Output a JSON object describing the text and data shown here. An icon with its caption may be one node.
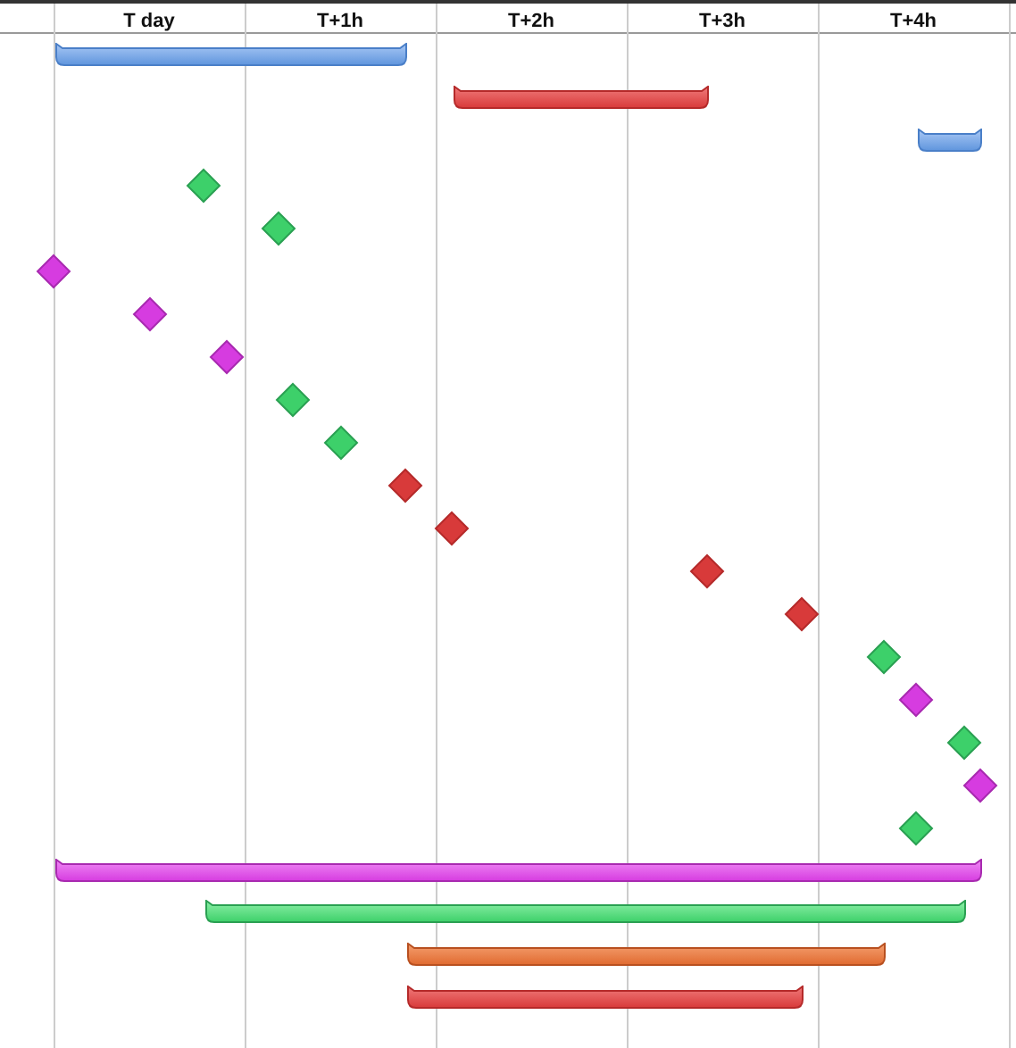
{
  "diagram": {
    "nodes": [
      {
        "text": [],
        "shape": "box"
      },
      {
        "text": [],
        "shape": "box"
      },
      {
        "text": [],
        "shape": "box"
      },
      {
        "text": [],
        "shape": "diamond"
      },
      {
        "text": [],
        "shape": "diamond"
      },
      {
        "text": [],
        "shape": "diamond"
      },
      {
        "text": [],
        "shape": "diamond"
      },
      {
        "text": [],
        "shape": "diamond"
      },
      {
        "text": [],
        "shape": "diamond"
      },
      {
        "text": [],
        "shape": "diamond"
      },
      {
        "text": [],
        "shape": "diamond"
      },
      {
        "text": [],
        "shape": "diamond"
      },
      {
        "text": [],
        "shape": "diamond"
      },
      {
        "text": [],
        "shape": "diamond"
      },
      {
        "text": [],
        "shape": "diamond"
      },
      {
        "text": [],
        "shape": "diamond"
      },
      {
        "text": [],
        "shape": "diamond"
      },
      {
        "text": [],
        "shape": "diamond"
      },
      {
        "text": [],
        "shape": "diamond"
      },
      {
        "text": [],
        "shape": "box"
      },
      {
        "text": [],
        "shape": "box"
      },
      {
        "text": [],
        "shape": "box"
      },
      {
        "text": [],
        "shape": "box"
      }
    ],
    "labels": [
      "T day",
      "T+1h",
      "T+2h",
      "T+3h",
      "T+4h"
    ]
  }
}
